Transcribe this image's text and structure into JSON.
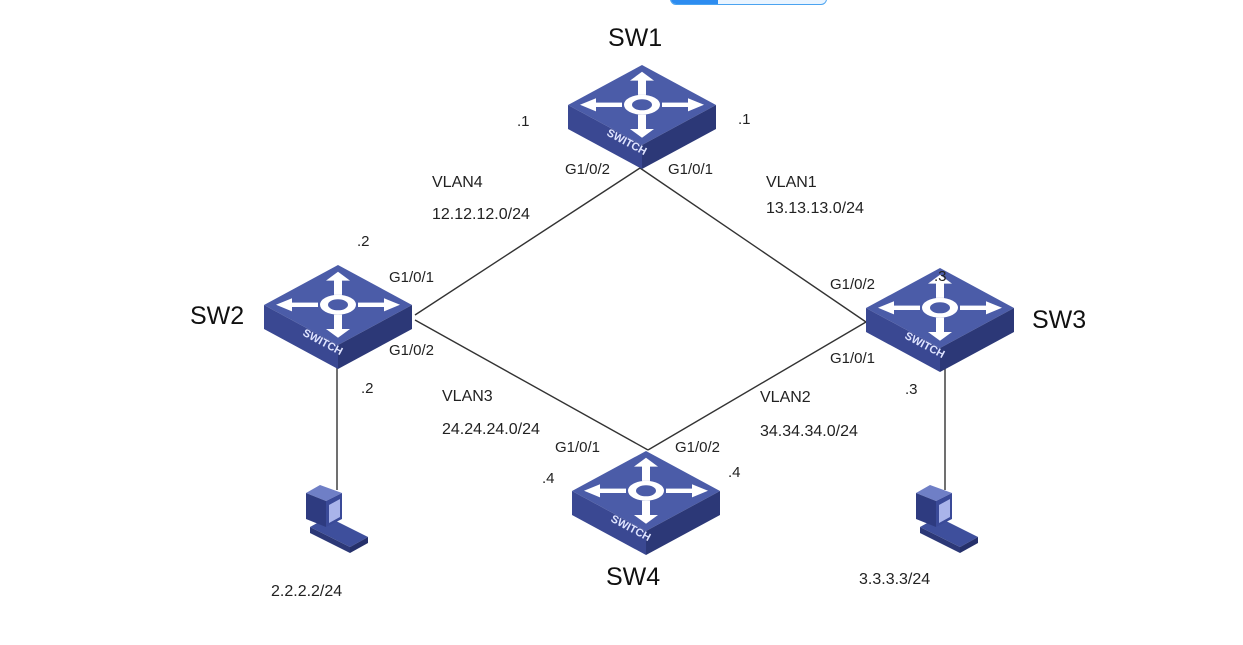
{
  "progress_bar": {
    "fill_fraction": 0.3,
    "color": "#2d8cf0"
  },
  "colors": {
    "switch_top": "#4a5ba6",
    "switch_side": "#34428a",
    "switch_front": "#2c3877",
    "link": "#333333"
  },
  "switches": [
    {
      "id": "SW1",
      "name": "SW1",
      "badge": "SWITCH"
    },
    {
      "id": "SW2",
      "name": "SW2",
      "badge": "SWITCH"
    },
    {
      "id": "SW3",
      "name": "SW3",
      "badge": "SWITCH"
    },
    {
      "id": "SW4",
      "name": "SW4",
      "badge": "SWITCH"
    }
  ],
  "links": [
    {
      "from": "SW1",
      "to": "SW2",
      "vlan": "VLAN4",
      "subnet": "12.12.12.0/24",
      "from_port": "G1/0/2",
      "to_port": "G1/0/1",
      "from_ip": ".1",
      "to_ip": ".2"
    },
    {
      "from": "SW1",
      "to": "SW3",
      "vlan": "VLAN1",
      "subnet": "13.13.13.0/24",
      "from_port": "G1/0/1",
      "to_port": "G1/0/2",
      "from_ip": ".1",
      "to_ip": ".3"
    },
    {
      "from": "SW2",
      "to": "SW4",
      "vlan": "VLAN3",
      "subnet": "24.24.24.0/24",
      "from_port": "G1/0/2",
      "to_port": "G1/0/1",
      "to_ip": ".4"
    },
    {
      "from": "SW3",
      "to": "SW4",
      "vlan": "VLAN2",
      "subnet": "34.34.34.0/24",
      "from_port": "G1/0/1",
      "to_port": "G1/0/2",
      "to_ip": ".4"
    }
  ],
  "hosts": [
    {
      "attached_to": "SW2",
      "gateway_ip": ".2",
      "address": "2.2.2.2/24"
    },
    {
      "attached_to": "SW3",
      "gateway_ip": ".3",
      "address": "3.3.3.3/24"
    }
  ]
}
